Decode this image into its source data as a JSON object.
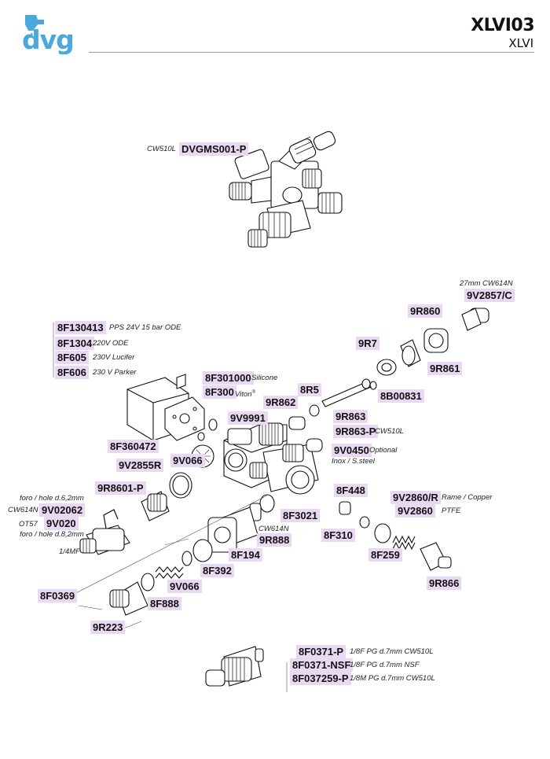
{
  "header": {
    "logo_text": "dvg",
    "code": "XLVI03",
    "subtitle": "XLVI"
  },
  "colors": {
    "brand_blue": "#4aa8dc",
    "label_bg": "#e8d8f2"
  },
  "assembly": {
    "material": "CW510L",
    "part": "DVGMS001-P"
  },
  "parts": {
    "p_9v2857c": "9V2857/C",
    "n_9v2857c": "27mm  CW614N",
    "p_9r860": "9R860",
    "p_9r7": "9R7",
    "p_9r861": "9R861",
    "p_8b00831": "8B00831",
    "p_8f130413": "8F130413",
    "n_8f130413": "PPS 24V 15 bar ODE",
    "p_8f1304": "8F1304",
    "n_8f1304": "220V ODE",
    "p_8f605": "8F605",
    "n_8f605": "230V Lucifer",
    "p_8f606": "8F606",
    "n_8f606": "230 V Parker",
    "p_8f301000": "8F301000",
    "n_8f301000": "Silicone",
    "p_8f300": "8F300",
    "n_8f300": "Viton",
    "p_8r5": "8R5",
    "p_9r862": "9R862",
    "p_9v9991": "9V9991",
    "p_9r863": "9R863",
    "p_9r863p": "9R863-P",
    "n_9r863p": "CW510L",
    "p_8f360472": "8F360472",
    "p_9v0450": "9V0450",
    "n_9v0450": "Optional",
    "n_9v0450b": "Inox / S.steel",
    "p_9v2855r": "9V2855R",
    "p_9v066a": "9V066",
    "p_9r8601p": "9R8601-P",
    "p_8f448": "8F448",
    "p_9v2860r": "9V2860/R",
    "n_9v2860r": "Rame / Copper",
    "p_9v2860": "9V2860",
    "n_9v2860": "PTFE",
    "n_foro62": "foro / hole d.6,2mm",
    "n_cw614n_a": "CW614N",
    "p_9v02062": "9V02062",
    "n_ot57": "OT57",
    "p_9v020": "9V020",
    "n_foro82": "foro / hole d.8,2mm",
    "p_8f3021": "8F3021",
    "n_cw614n_b": "CW614N",
    "p_9r888": "9R888",
    "p_8f310": "8F310",
    "n_14mf": "1/4MF",
    "p_8f194": "8F194",
    "p_8f259": "8F259",
    "p_8f392": "8F392",
    "p_9v066b": "9V066",
    "p_9r866": "9R866",
    "p_8f0369": "8F0369",
    "p_8f888": "8F888",
    "p_9r223": "9R223",
    "p_8f0371p": "8F0371-P",
    "n_8f0371p": "1/8F PG d.7mm CW510L",
    "p_8f0371nsf": "8F0371-NSF",
    "n_8f0371nsf": "1/8F PG d.7mm NSF",
    "p_8f037259p": "8F037259-P",
    "n_8f037259p": "1/8M PG d.7mm CW510L"
  }
}
